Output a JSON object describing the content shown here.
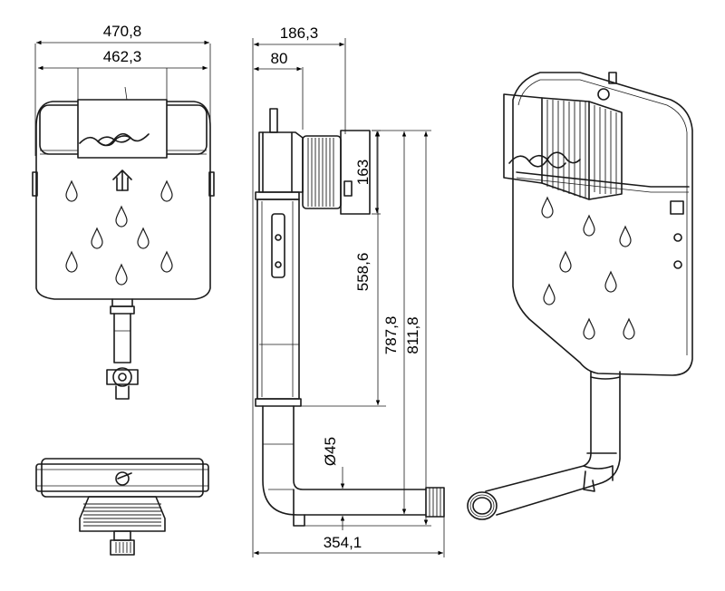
{
  "dimensions": {
    "front_outer_width": "470,8",
    "front_inner_width": "462,3",
    "side_total_depth": "186,3",
    "side_depth_80": "80",
    "side_flange_height": "163",
    "side_height_558": "558,6",
    "side_height_787": "787,8",
    "side_height_811": "811,8",
    "pipe_diameter": "Ø45",
    "outlet_length": "354,1"
  },
  "icon_names": [
    "water-drop-icon",
    "wave-logo-icon",
    "up-arrow-icon"
  ],
  "colors": {
    "line": "#1a1a1a",
    "background": "#ffffff"
  }
}
